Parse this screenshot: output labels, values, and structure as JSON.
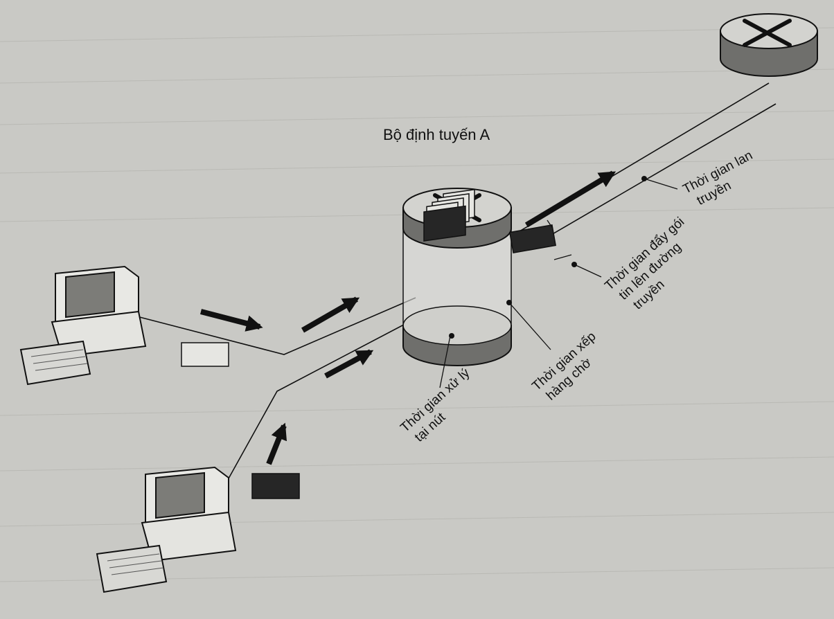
{
  "router_a": {
    "title": "Bộ định tuyến A"
  },
  "labels": {
    "propagation": [
      "Thời gian lan",
      "truyền"
    ],
    "transmission": [
      "Thời gian đẩy gói",
      "tin lên đường",
      "truyền"
    ],
    "queuing": [
      "Thời gian xếp",
      "hàng chờ"
    ],
    "processing": [
      "Thời gian xử lý",
      "tại nút"
    ]
  },
  "colors": {
    "background": "#c9c9c5",
    "ink": "#111111",
    "router_body": "#d3d3cf",
    "router_band": "#6f6f6c",
    "packet_dark": "#262626",
    "packet_light": "#e6e6e2"
  }
}
